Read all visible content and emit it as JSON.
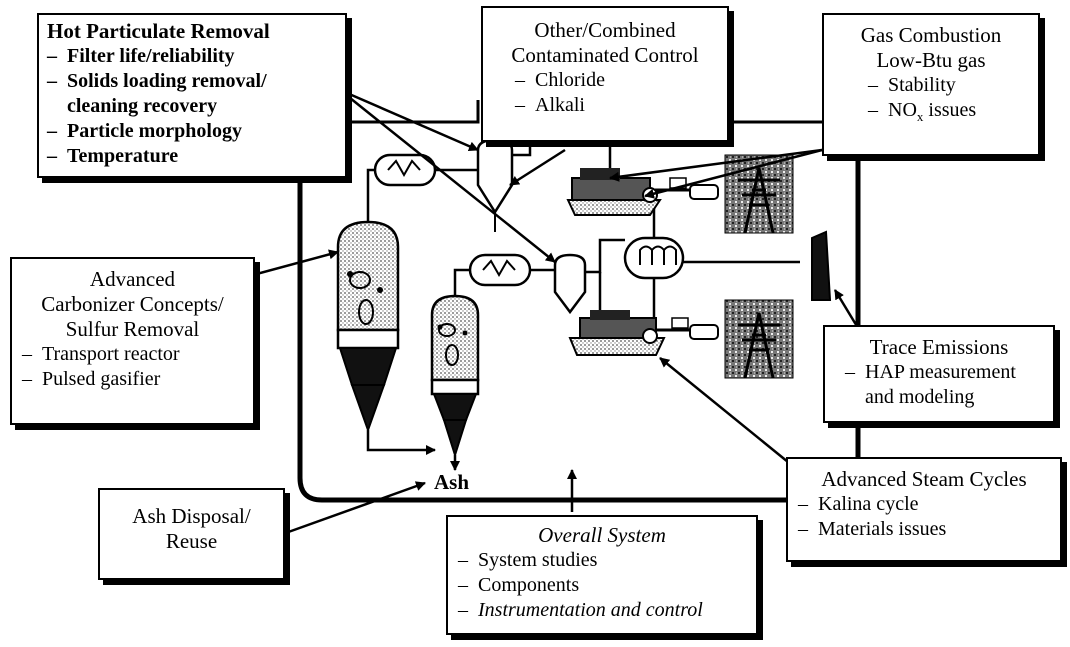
{
  "boxes": {
    "hot_particulate": {
      "title": "Hot Particulate Removal",
      "items": [
        "Filter life/reliability",
        "Solids loading removal/",
        "cleaning recovery",
        "Particle morphology",
        "Temperature"
      ]
    },
    "other_combined": {
      "title_lines": [
        "Other/Combined",
        "Contaminated Control"
      ],
      "items": [
        "Chloride",
        "Alkali"
      ]
    },
    "gas_combustion": {
      "title_lines": [
        "Gas Combustion",
        "Low-Btu gas"
      ],
      "items": [
        "Stability",
        "NO"
      ],
      "nox_sub": "x",
      "nox_tail": " issues"
    },
    "advanced_carbonizer": {
      "title_lines": [
        "Advanced",
        "Carbonizer Concepts/",
        "Sulfur Removal"
      ],
      "items": [
        "Transport reactor",
        "Pulsed gasifier"
      ]
    },
    "trace_emissions": {
      "title": "Trace Emissions",
      "items": [
        "HAP measurement",
        "and modeling"
      ]
    },
    "advanced_steam": {
      "title": "Advanced Steam Cycles",
      "items": [
        "Kalina cycle",
        "Materials issues"
      ]
    },
    "ash_disposal": {
      "title_lines": [
        "Ash Disposal/",
        "Reuse"
      ]
    },
    "overall_system": {
      "title": "Overall System",
      "items": [
        "System studies",
        "Components",
        "Instrumentation and control"
      ]
    }
  },
  "ash_label": "Ash",
  "dash": "–"
}
